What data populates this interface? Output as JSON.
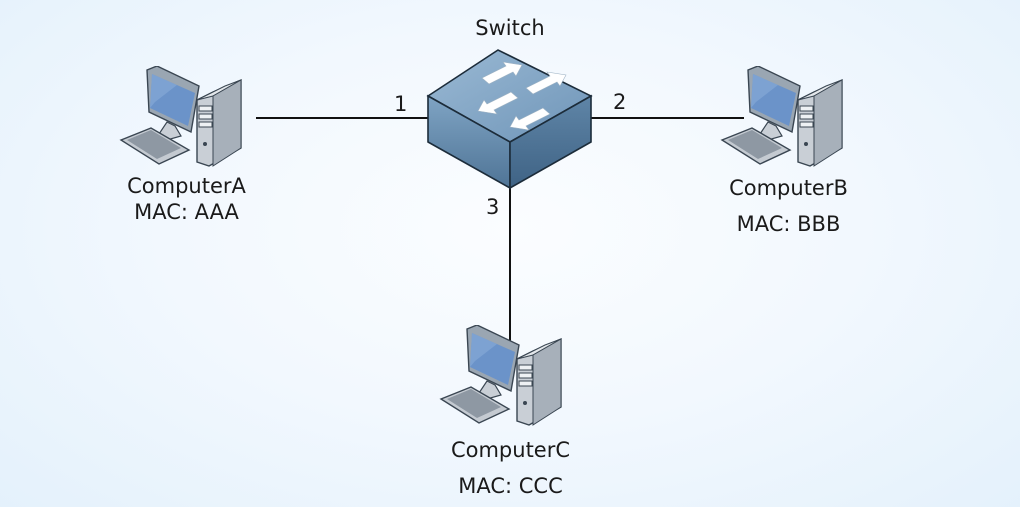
{
  "diagram": {
    "type": "network-topology",
    "switch": {
      "label": "Switch",
      "icon": "switch-icon",
      "color": "#5f86a8"
    },
    "ports": [
      {
        "number": "1",
        "connects_to": "ComputerA"
      },
      {
        "number": "2",
        "connects_to": "ComputerB"
      },
      {
        "number": "3",
        "connects_to": "ComputerC"
      }
    ],
    "computers": [
      {
        "name": "ComputerA",
        "mac": "MAC: AAA",
        "icon": "computer-icon"
      },
      {
        "name": "ComputerB",
        "mac": "MAC: BBB",
        "icon": "computer-icon"
      },
      {
        "name": "ComputerC",
        "mac": "MAC: CCC",
        "icon": "computer-icon"
      }
    ],
    "colors": {
      "background": "#eaf4fc",
      "link": "#111111",
      "screen": "#6b93c9",
      "device_body": "#d3d8de"
    }
  }
}
